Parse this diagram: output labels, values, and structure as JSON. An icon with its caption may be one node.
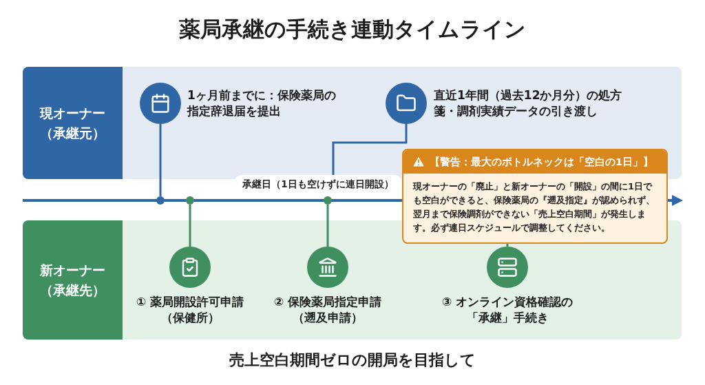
{
  "diagram": {
    "title": "薬局承継の手続き連動タイムライン",
    "caption": "売上空白期間ゼロの開局を目指して",
    "nodes": [
      {
        "text": [
          "現オーナー（承継元）"
        ]
      },
      {
        "text": [
          "新オーナー（承継先）"
        ]
      },
      {
        "text": [],
        "shape": "circle",
        "beside": [
          "1ヶ月前までに：保険薬局の指定辞退届を提出"
        ]
      },
      {
        "text": [],
        "shape": "circle",
        "beside": [
          "直近1年間（過去12か月分）の処方箋・調剤実績データの引き渡し"
        ]
      },
      {
        "text": [
          "承継日（1日も空けずに連日開設）"
        ]
      },
      {
        "text": [
          "【警告：最大のボトルネックは「空白の1日」】",
          "現オーナーの「廃止」と新オーナーの「開設」の間に1日でも空白ができると、保険薬局の『遡及指定』が認められず、翌月まで保険調剤ができない「売上空白期間」が発生します。必ず連日スケジュールで調整してください。"
        ]
      },
      {
        "text": [],
        "shape": "circle"
      },
      {
        "text": [],
        "shape": "circle"
      },
      {
        "text": [],
        "shape": "circle"
      },
      {
        "text": [],
        "shape": "circle",
        "beside": [
          "① 薬局開設許可申請（保健所）"
        ]
      },
      {
        "text": [],
        "shape": "circle",
        "beside": [
          "② 保険薬局指定申請（遡及申請）"
        ]
      },
      {
        "text": [],
        "shape": "circle",
        "beside": [
          "③ オンライン資格確認の「承継」手続き"
        ]
      }
    ],
    "edges": [
      {
        "from": 6,
        "to": 2,
        "arrow": "none",
        "color": "#2e66a6"
      },
      {
        "from": 7,
        "to": 9,
        "arrow": "none"
      },
      {
        "from": 8,
        "to": 10,
        "arrow": "none"
      },
      {
        "from": 3,
        "to": 4,
        "arrow": "none",
        "color": "#2e66a6"
      },
      {
        "from": 5,
        "to": 11,
        "arrow": "none"
      }
    ]
  }
}
